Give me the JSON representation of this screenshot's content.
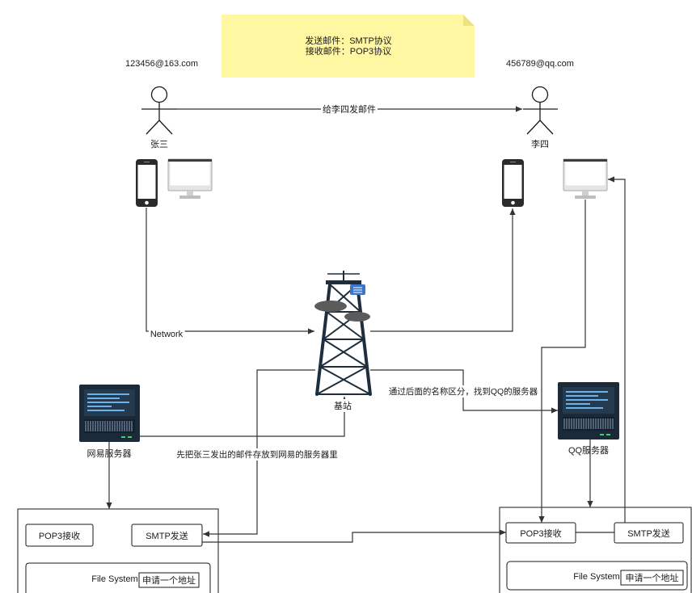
{
  "note": {
    "line_1": "发送邮件：SMTP协议",
    "line_2": "接收邮件：POP3协议"
  },
  "sender": {
    "email": "123456@163.com",
    "name": "张三"
  },
  "receiver": {
    "email": "456789@qq.com",
    "name": "李四"
  },
  "edge_labels": {
    "send_mail": "给李四发邮件",
    "network": "Network",
    "store_on_netease": "先把张三发出的邮件存放到网易的服务器里",
    "route_to_qq": "通过后面的名称区分，找到QQ的服务器"
  },
  "tower": {
    "label": "基站"
  },
  "netease_server": {
    "label": "网易服务器"
  },
  "qq_server": {
    "label": "QQ服务器"
  },
  "netease_host": {
    "pop3": "POP3接收",
    "smtp": "SMTP发送",
    "file_system": "File System",
    "alloc_address": "申请一个地址"
  },
  "qq_host": {
    "pop3": "POP3接收",
    "smtp": "SMTP发送",
    "file_system": "File System",
    "alloc_address": "申请一个地址"
  },
  "icons": {
    "sender_actor": "actor-icon",
    "receiver_actor": "actor-icon",
    "sender_phone": "phone-icon",
    "sender_monitor": "monitor-icon",
    "receiver_phone": "phone-icon",
    "receiver_monitor": "monitor-icon",
    "base_station": "cell-tower-icon",
    "netease_server": "server-icon",
    "qq_server": "server-icon"
  },
  "colors": {
    "note_fill": "#fff7a1",
    "edge_line": "#333333",
    "server_body": "#1b2938",
    "server_indicator": "#6cb2e8",
    "server_led": "#3fcf72",
    "tower_badge": "#3e75c8",
    "tower_dish": "#5b5b5b"
  }
}
